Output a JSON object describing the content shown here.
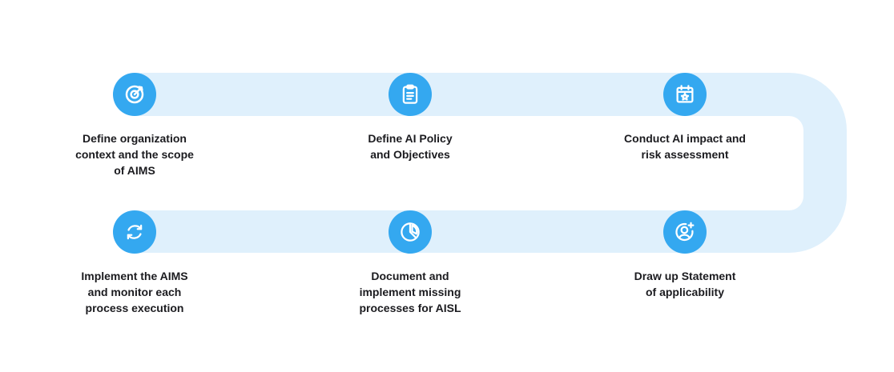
{
  "colors": {
    "track": "#dff0fc",
    "circle": "#34a8f0",
    "icon": "#ffffff",
    "text": "#1b1b1f"
  },
  "steps": [
    {
      "icon": "target-icon",
      "label": "Define  organization\ncontext and the scope\nof AIMS"
    },
    {
      "icon": "clipboard-icon",
      "label": "Define AI Policy\nand Objectives"
    },
    {
      "icon": "calendar-star-icon",
      "label": "Conduct AI impact and\nrisk assessment"
    },
    {
      "icon": "refresh-icon",
      "label": "Implement the AIMS\nand monitor each\nprocess execution"
    },
    {
      "icon": "pie-chart-icon",
      "label": "Document and\nimplement missing\nprocesses for AISL"
    },
    {
      "icon": "user-add-icon",
      "label": "Draw up Statement\nof applicability"
    }
  ]
}
